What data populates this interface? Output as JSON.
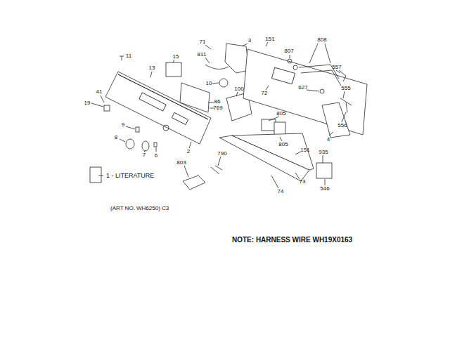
{
  "diagram": {
    "labels": [
      "71",
      "3",
      "151",
      "807",
      "808",
      "811",
      "15",
      "11",
      "13",
      "10",
      "100",
      "557",
      "72",
      "627",
      "555",
      "41",
      "19",
      "86",
      "769",
      "556",
      "9",
      "805",
      "805",
      "4",
      "8",
      "7",
      "6",
      "2",
      "790",
      "151",
      "935",
      "803",
      "73",
      "546",
      "74",
      "1 - LITERATURE",
      "(ART NO. WH6250) C3",
      "NOTE: HARNESS WIRE WH19X0163"
    ]
  }
}
